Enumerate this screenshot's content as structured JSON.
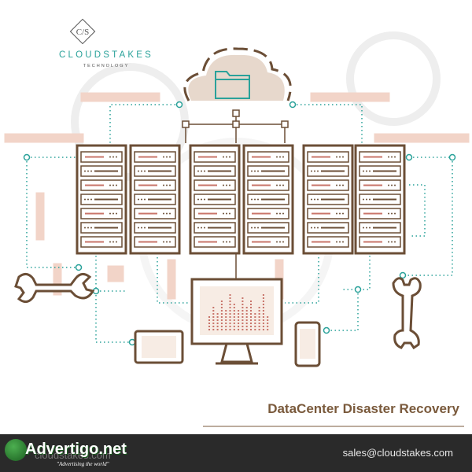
{
  "brand": {
    "monogram": "C/S",
    "name": "CLOUDSTAKES",
    "subtitle": "TECHNOLOGY"
  },
  "headline": "DataCenter Disaster Recovery",
  "email": "sales@cloudstakes.com",
  "watermark": {
    "main": "Advertigo.net",
    "ghost": "cloudstakes.com",
    "tagline": "\"Advertising  the world\""
  },
  "colors": {
    "brown": "#8a6a4e",
    "teal": "#2aa29a",
    "pink": "#f2d4c8",
    "footer": "#2a2a2a",
    "headline": "#7a5a3c"
  },
  "icons": [
    "cloud-icon",
    "folder-icon",
    "server-rack-icon",
    "monitor-icon",
    "tablet-icon",
    "phone-icon",
    "wrench-icon",
    "gear-icon"
  ]
}
